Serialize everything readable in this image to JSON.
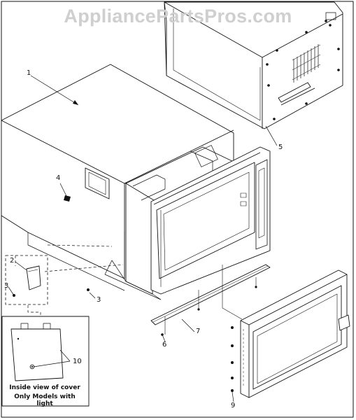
{
  "watermark": "AppliancePartsPros.com",
  "callouts": {
    "c1": "1",
    "c2": "2",
    "c3a": "3",
    "c3b": "3",
    "c4": "4",
    "c5": "5",
    "c6": "6",
    "c7": "7",
    "c9": "9",
    "c10": "10"
  },
  "note": {
    "line1": "Inside view of cover",
    "line2": "Only Models with light"
  },
  "colors": {
    "stroke": "#111111",
    "watermark": "#cfcfcf",
    "vent": "#333333",
    "background": "#ffffff"
  }
}
